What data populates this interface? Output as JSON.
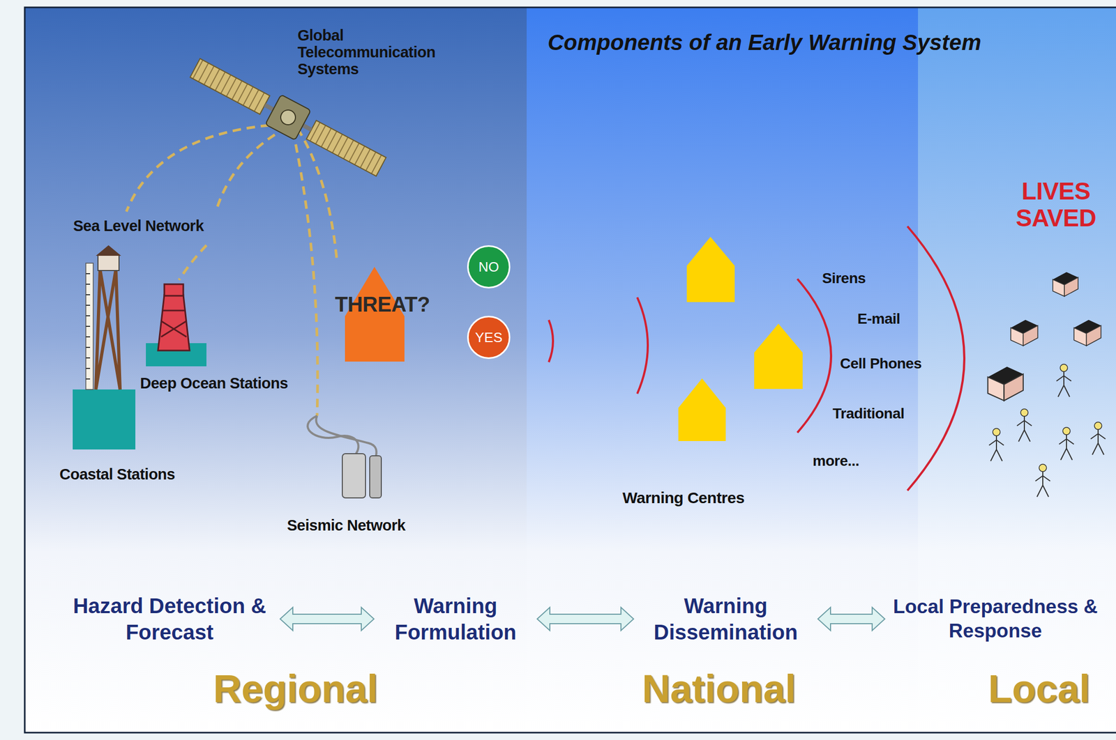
{
  "diagram": {
    "title": "Components of an Early Warning System",
    "nodes": [
      {
        "text": [
          "NO"
        ]
      },
      {
        "text": [
          "YES"
        ]
      },
      {
        "text": [
          "Hazard Detection & Forecast"
        ]
      },
      {
        "text": [
          "Warning Formulation"
        ]
      },
      {
        "text": [
          "Warning Dissemination"
        ]
      },
      {
        "text": [
          "Local Preparedness & Response"
        ]
      }
    ],
    "edges": [
      {
        "from": 2,
        "to": 3,
        "arrow": "both"
      },
      {
        "from": 3,
        "to": 4,
        "arrow": "both"
      },
      {
        "from": 4,
        "to": 5,
        "arrow": "both"
      }
    ],
    "labels": [
      "Global Telecommunication Systems",
      "Sea Level Network",
      "Deep Ocean Stations",
      "Coastal Stations",
      "Seismic Network",
      "THREAT?",
      "Warning Centres",
      "Sirens",
      "E-mail",
      "Cell Phones",
      "Traditional",
      "more...",
      "LIVES SAVED",
      "Regional",
      "National",
      "Local"
    ]
  }
}
